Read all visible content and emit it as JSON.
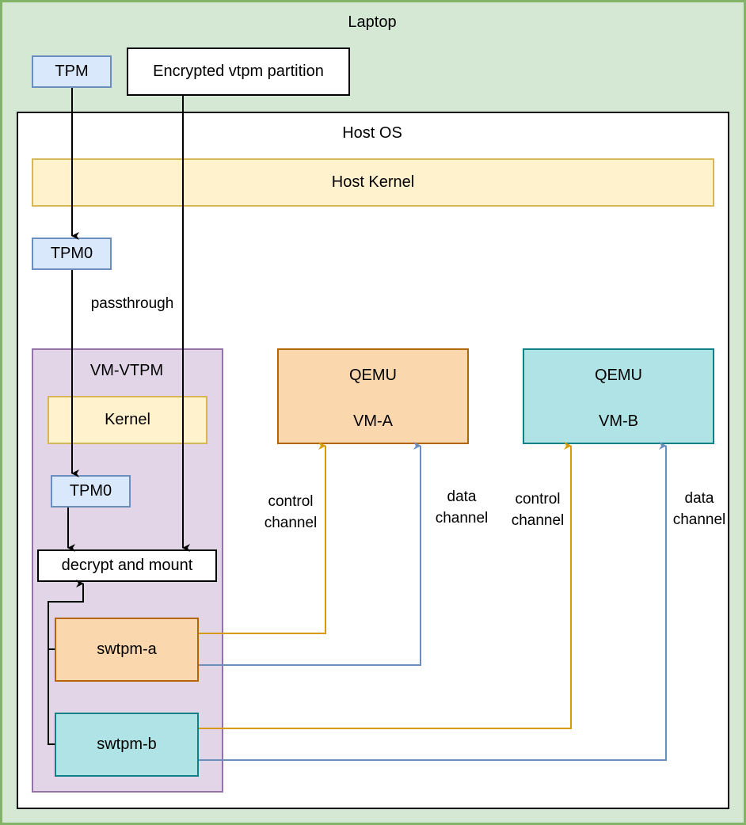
{
  "laptop": {
    "label": "Laptop"
  },
  "tpm": {
    "label": "TPM"
  },
  "encrypted_partition": {
    "label": "Encrypted vtpm partition"
  },
  "host_os": {
    "label": "Host OS"
  },
  "host_kernel": {
    "label": "Host Kernel"
  },
  "host_tpm0": {
    "label": "TPM0"
  },
  "passthrough": {
    "label": "passthrough"
  },
  "vm_vtpm": {
    "label": "VM-VTPM",
    "kernel": {
      "label": "Kernel"
    },
    "tpm0": {
      "label": "TPM0"
    },
    "decrypt_mount": {
      "label": "decrypt and mount"
    },
    "swtpm_a": {
      "label": "swtpm-a"
    },
    "swtpm_b": {
      "label": "swtpm-b"
    }
  },
  "vm_a": {
    "line1": "QEMU",
    "line2": "VM-A"
  },
  "vm_b": {
    "line1": "QEMU",
    "line2": "VM-B"
  },
  "edges": {
    "vm_a_control": {
      "line1": "control",
      "line2": "channel"
    },
    "vm_a_data": {
      "line1": "data",
      "line2": "channel"
    },
    "vm_b_control": {
      "line1": "control",
      "line2": "channel"
    },
    "vm_b_data": {
      "line1": "data",
      "line2": "channel"
    }
  },
  "colors": {
    "control_channel": "#d79b00",
    "data_channel": "#6c8ebf",
    "flow": "#000000"
  }
}
